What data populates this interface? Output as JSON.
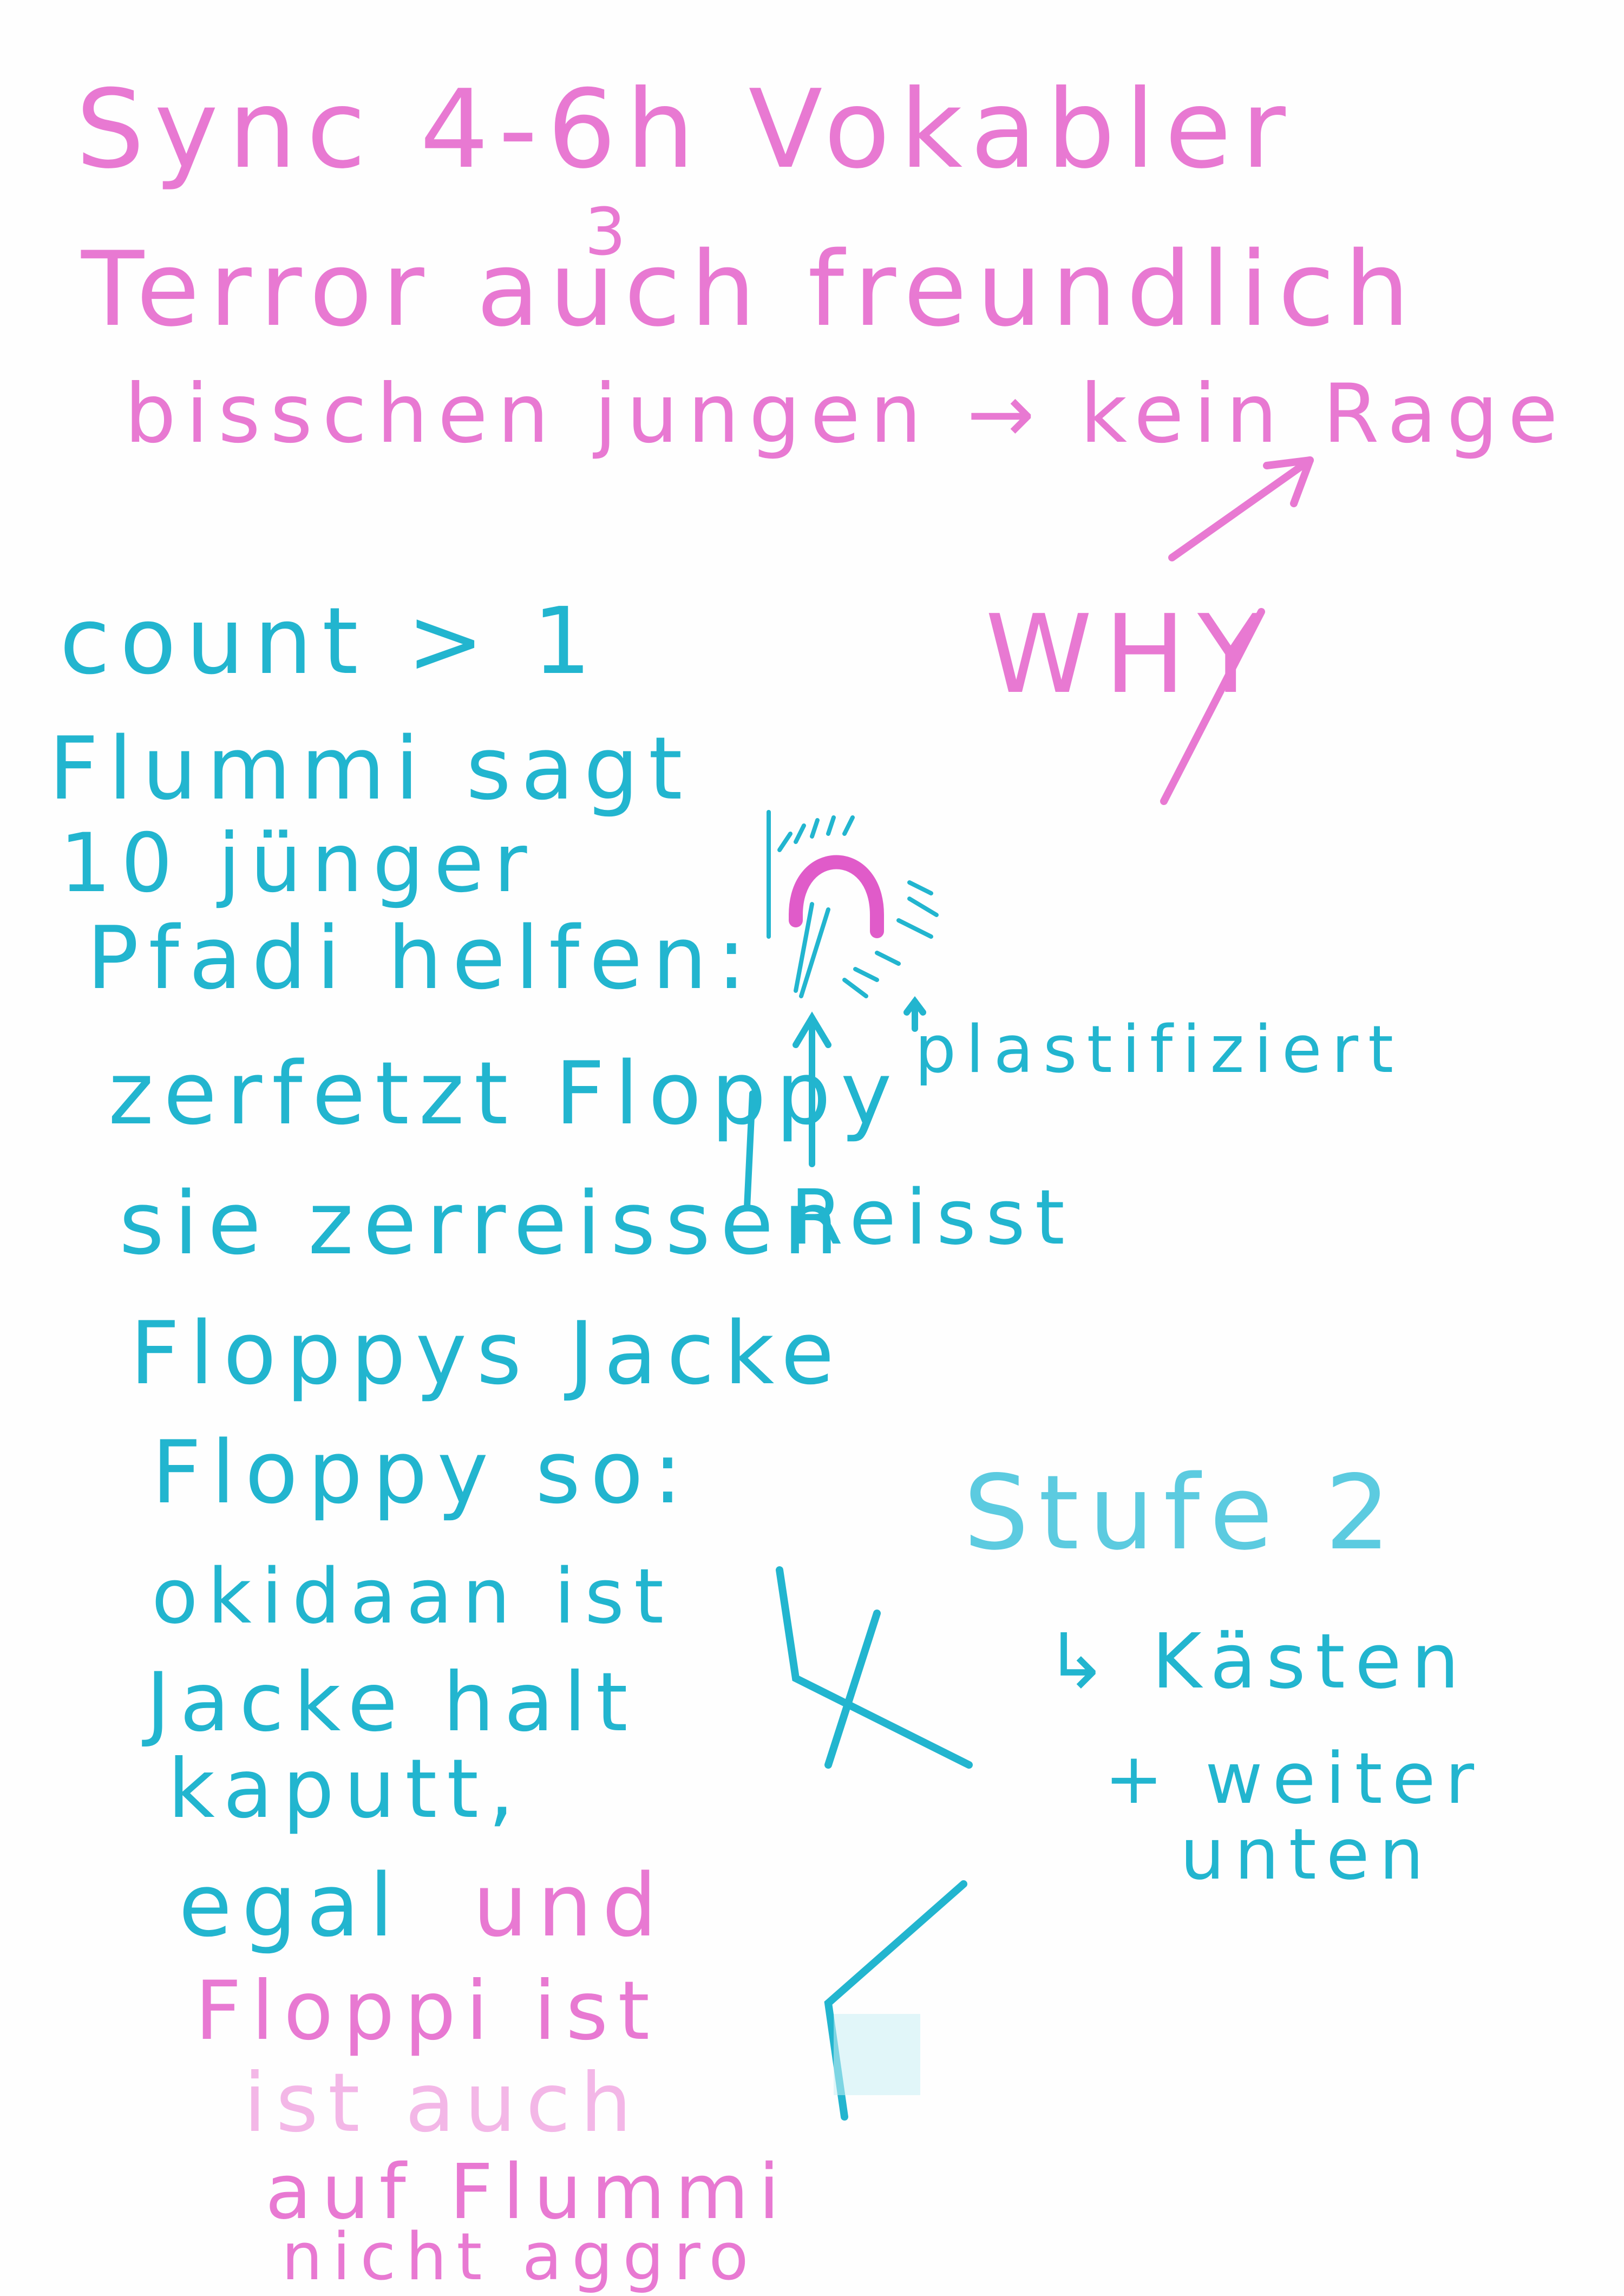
{
  "notes": {
    "pink_top": {
      "line1": "Sync 4-6h Vokabler",
      "line1_superscript": "3",
      "line2": "Terror auch freundlich",
      "line3": "bisschen jungen → kein Rage"
    },
    "why": "WHY",
    "cyan_left": {
      "count": "count > 1",
      "flummi_sagt": "Flummi sagt",
      "ten_juenger": "10 jünger",
      "pfadi": "Pfadi helfen:",
      "zerfetzt": "zerfetzt Floppy",
      "sie_zerreissen": "sie zerreissen",
      "floppys_jacke": "Floppys Jacke",
      "floppy_so": "Floppy so:",
      "okidaan": "okidaan ist",
      "jacke_halt": "Jacke halt",
      "kaputt": "kaputt,",
      "egal": "egal",
      "und": "und",
      "floppi_ist": "Floppi ist",
      "ist_auch": "ist auch",
      "auf_flummi": "auf Flummi",
      "nicht_aggro": "nicht aggro"
    },
    "sketch_labels": {
      "plastifiziert": "plastifiziert",
      "reisst": "Reisst"
    },
    "cyan_right": {
      "stufe": "Stufe 2",
      "kaesten": "↳ Kästen",
      "weiter": "+ weiter",
      "unten": "unten"
    }
  },
  "colors": {
    "pink": "#e879d2",
    "pink_strong": "#e05bc9",
    "pink_faint": "#f3b7e7",
    "cyan": "#22b5cf",
    "cyan_light": "#5ccbe0",
    "paper": "#fefefe"
  }
}
